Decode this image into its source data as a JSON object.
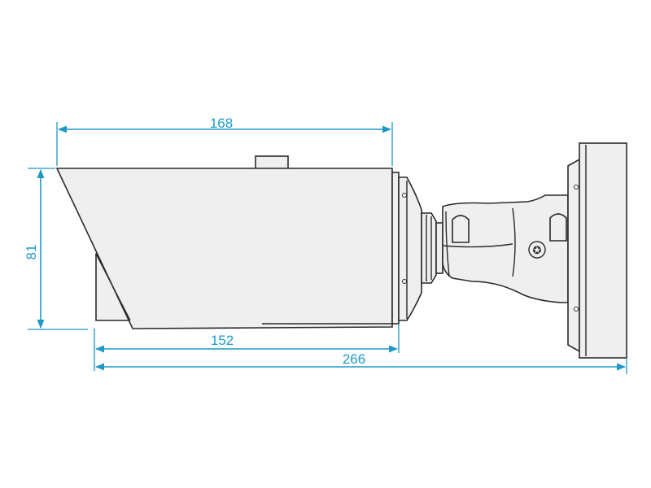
{
  "colors": {
    "dimension": "#1f98c8",
    "outline": "#2a2a2a",
    "fill": "#efefef"
  },
  "dimensions": {
    "housing_length": "168",
    "height": "81",
    "lower_length": "152",
    "total_length": "266"
  }
}
